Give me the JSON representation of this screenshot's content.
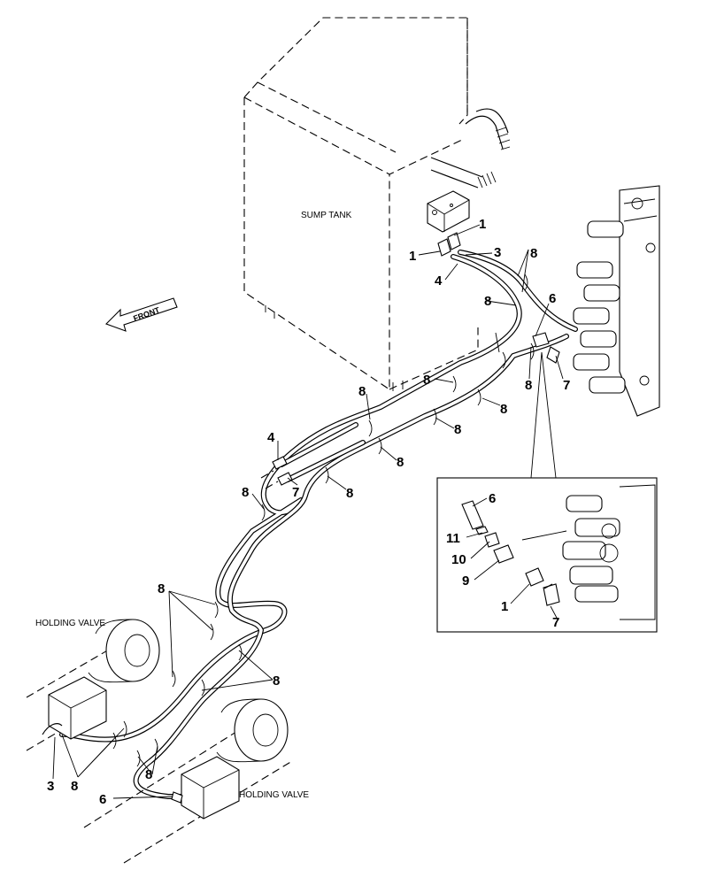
{
  "labels": {
    "sump_tank": "SUMP TANK",
    "front": "FRONT",
    "holding_valve_left": "HOLDING VALVE",
    "holding_valve_right": "HOLDING VALVE"
  },
  "callouts": {
    "c1a": "1",
    "c1b": "1",
    "c3a": "3",
    "c4a": "4",
    "c8a": "8",
    "c8b": "8",
    "c6a": "6",
    "c8c": "8",
    "c7a": "7",
    "c8d": "8",
    "c8e": "8",
    "c8f": "8",
    "c8g": "8",
    "c8h": "8",
    "c4b": "4",
    "c7b": "7",
    "c8i": "8",
    "c8j": "8",
    "c8k": "8",
    "c8l": "8",
    "c3b": "3",
    "c8m": "8",
    "c8n": "8",
    "c6b": "6",
    "d6": "6",
    "d11": "11",
    "d10": "10",
    "d9": "9",
    "d1": "1",
    "d7": "7"
  }
}
